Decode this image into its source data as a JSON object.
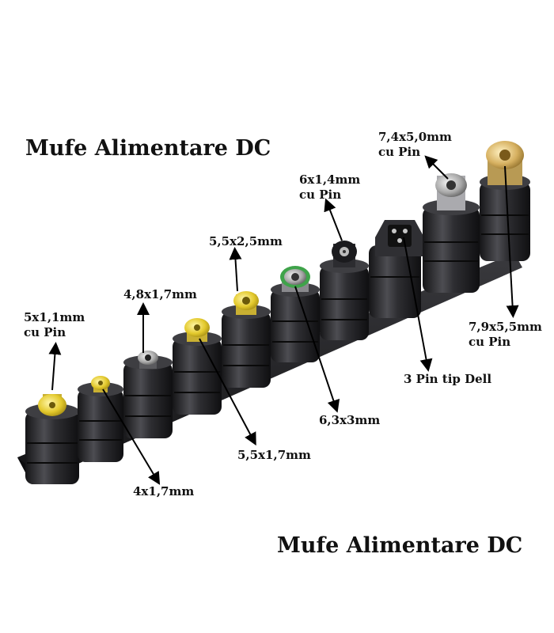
{
  "titles": {
    "top": "Mufe Alimentare DC",
    "bottom": "Mufe Alimentare DC"
  },
  "labels": [
    {
      "id": "5x1-1",
      "line1": "5x1,1mm",
      "line2": "cu Pin"
    },
    {
      "id": "4x1-7",
      "line1": "4x1,7mm",
      "line2": ""
    },
    {
      "id": "4-8x1-7",
      "line1": "4,8x1,7mm",
      "line2": ""
    },
    {
      "id": "5-5x1-7",
      "line1": "5,5x1,7mm",
      "line2": ""
    },
    {
      "id": "5-5x2-5",
      "line1": "5,5x2,5mm",
      "line2": ""
    },
    {
      "id": "6-3x3",
      "line1": "6,3x3mm",
      "line2": ""
    },
    {
      "id": "6x1-4",
      "line1": "6x1,4mm",
      "line2": "cu Pin"
    },
    {
      "id": "3pin-dell",
      "line1": "3 Pin tip Dell",
      "line2": ""
    },
    {
      "id": "7-4x5-0",
      "line1": "7,4x5,0mm",
      "line2": "cu Pin"
    },
    {
      "id": "7-9x5-5",
      "line1": "7,9x5,5mm",
      "line2": "cu Pin"
    }
  ],
  "colors": {
    "connector_body": "#2b2b2e",
    "connector_highlight": "#6a6a70",
    "yellow_tip": "#e8d13a",
    "gold_tip": "#d9b66a",
    "green_ring": "#3fa34a",
    "arrow": "#000000"
  }
}
